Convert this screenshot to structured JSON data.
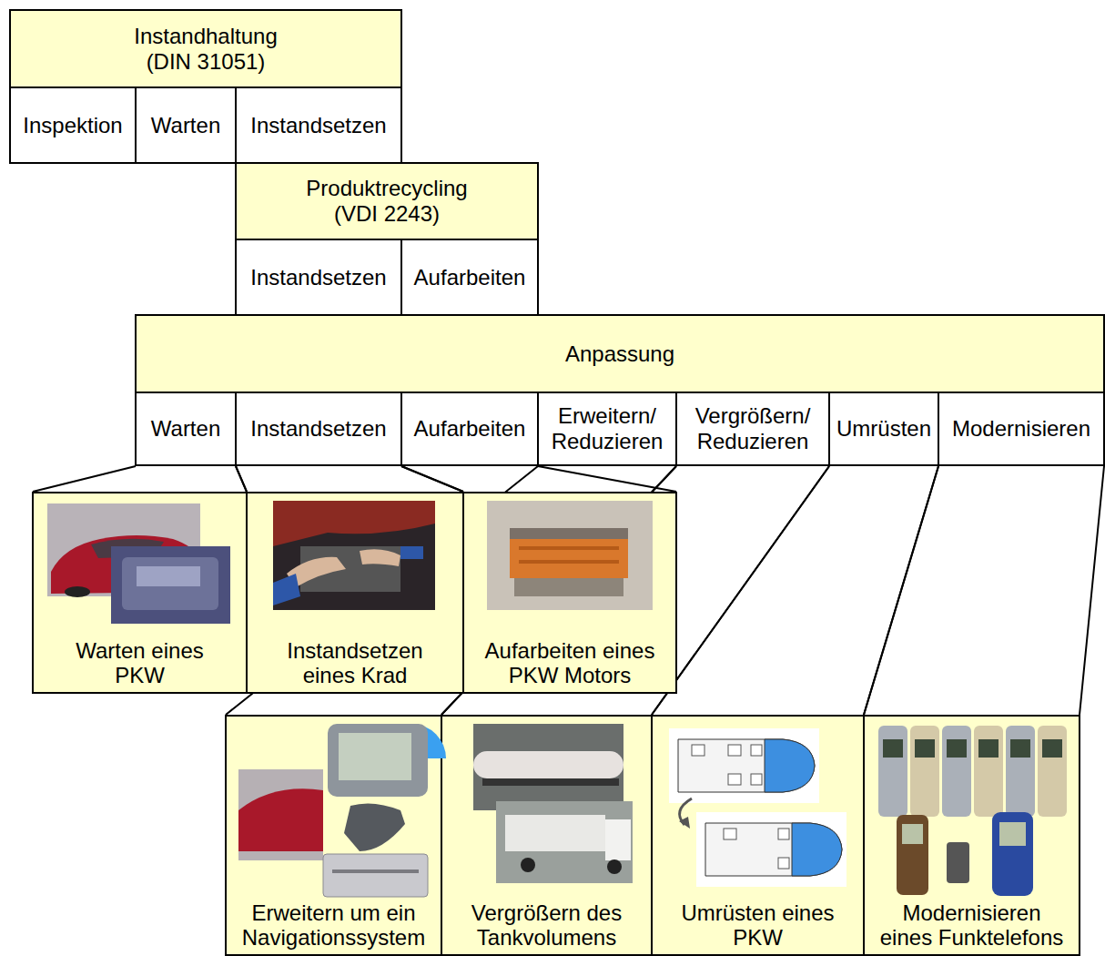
{
  "diagram": {
    "nodes": [
      {
        "text": [
          "Instandhaltung (DIN 31051)"
        ]
      },
      {
        "text": [
          "Inspektion"
        ]
      },
      {
        "text": [
          "Warten"
        ]
      },
      {
        "text": [
          "Instandsetzen"
        ]
      },
      {
        "text": [
          "Produktrecycling (VDI 2243)"
        ]
      },
      {
        "text": [
          "Instandsetzen"
        ]
      },
      {
        "text": [
          "Aufarbeiten"
        ]
      },
      {
        "text": [
          "Anpassung"
        ]
      },
      {
        "text": [
          "Warten"
        ]
      },
      {
        "text": [
          "Instandsetzen"
        ]
      },
      {
        "text": [
          "Aufarbeiten"
        ]
      },
      {
        "text": [
          "Erweitern/ Reduzieren"
        ]
      },
      {
        "text": [
          "Vergrößern/ Reduzieren"
        ]
      },
      {
        "text": [
          "Umrüsten"
        ]
      },
      {
        "text": [
          "Modernisieren"
        ]
      },
      {
        "text": [
          "Warten eines PKW"
        ]
      },
      {
        "text": [
          "Instandsetzen eines Krad"
        ]
      },
      {
        "text": [
          "Aufarbeiten eines PKW Motors"
        ]
      },
      {
        "text": [
          "Erweitern um ein Navigationssystem"
        ]
      },
      {
        "text": [
          "Vergrößern des Tankvolumens"
        ]
      },
      {
        "text": [
          "Umrüsten eines PKW"
        ]
      },
      {
        "text": [
          "Modernisieren eines Funktelefons"
        ]
      }
    ],
    "edges": [
      {
        "from": 8,
        "to": 15,
        "arrow": "none"
      },
      {
        "from": 9,
        "to": 16,
        "arrow": "none"
      },
      {
        "from": 10,
        "to": 17,
        "arrow": "none"
      },
      {
        "from": 11,
        "to": 18,
        "arrow": "none"
      },
      {
        "from": 12,
        "to": 19,
        "arrow": "none"
      },
      {
        "from": 13,
        "to": 20,
        "arrow": "none"
      },
      {
        "from": 14,
        "to": 21,
        "arrow": "none"
      }
    ]
  }
}
